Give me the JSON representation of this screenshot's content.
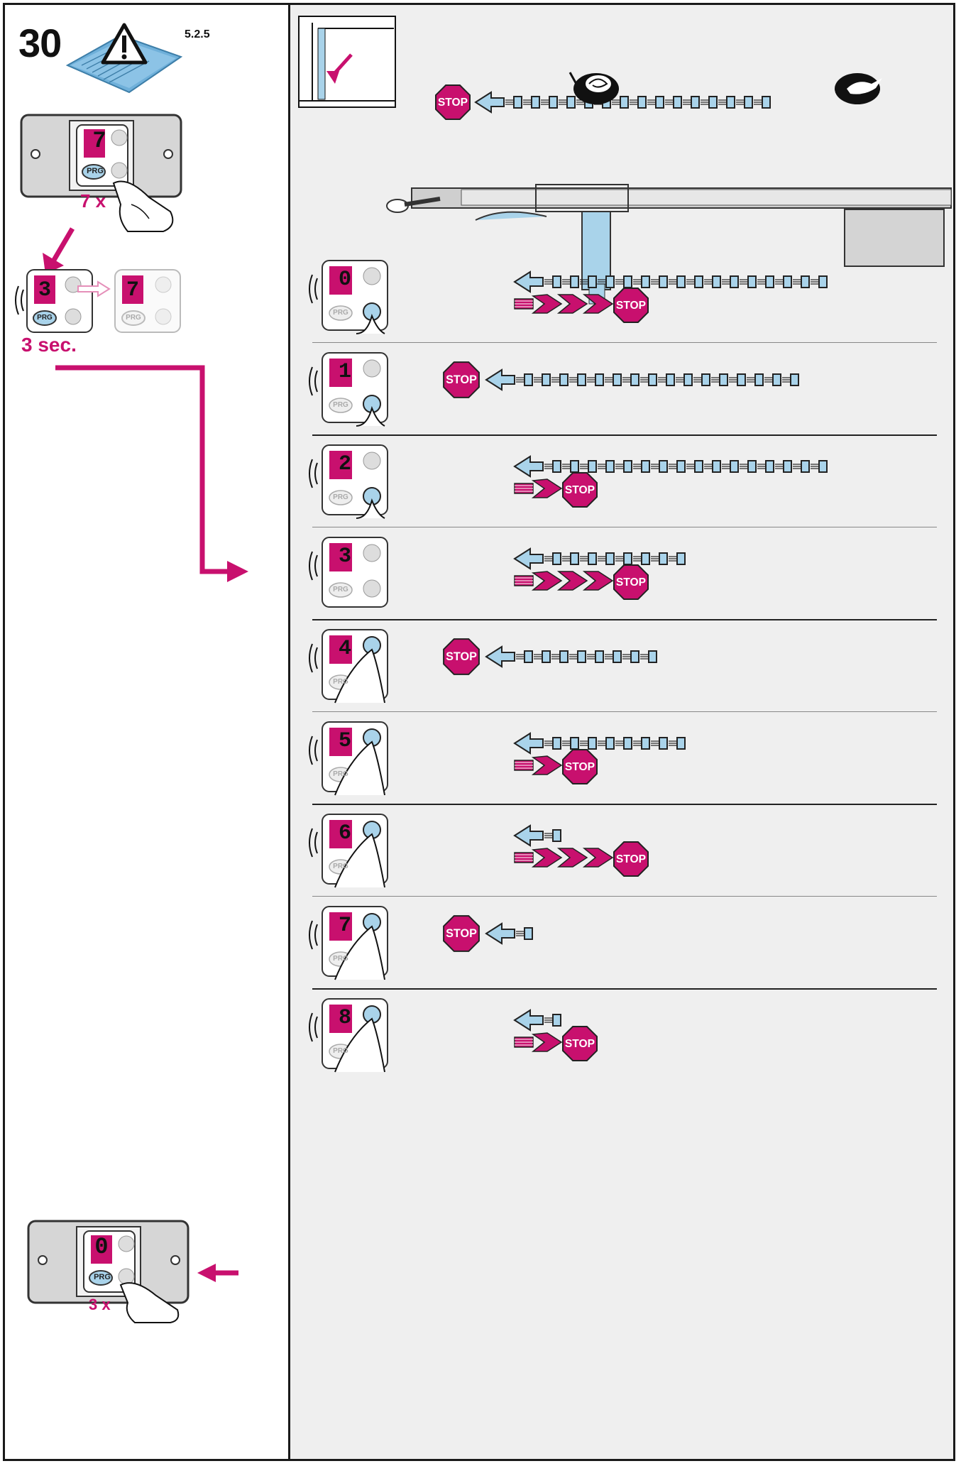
{
  "figure": {
    "number": "30",
    "ref": "5.2.5",
    "press_count_label": "7 x",
    "hold_label": "3 sec.",
    "exit_press_label": "3 x"
  },
  "buttons": {
    "prg": "PRG"
  },
  "stop_label": "STOP",
  "displays": {
    "top": "7",
    "enter_from": "3",
    "enter_to": "7",
    "exit": "0"
  },
  "levels": [
    {
      "digit": "0",
      "button": "down",
      "chain": 16,
      "pink_arrows": 3,
      "stop_position": "after-arrows"
    },
    {
      "digit": "1",
      "button": "down",
      "chain": 16,
      "pink_arrows": 0,
      "stop_position": "before-chain"
    },
    {
      "digit": "2",
      "button": "down",
      "chain": 16,
      "pink_arrows": 1,
      "stop_position": "after-arrows"
    },
    {
      "digit": "3",
      "button": "none",
      "chain": 8,
      "pink_arrows": 3,
      "stop_position": "after-arrows"
    },
    {
      "digit": "4",
      "button": "up",
      "chain": 8,
      "pink_arrows": 0,
      "stop_position": "before-chain"
    },
    {
      "digit": "5",
      "button": "up",
      "chain": 8,
      "pink_arrows": 1,
      "stop_position": "after-arrows"
    },
    {
      "digit": "6",
      "button": "up",
      "chain": 1,
      "pink_arrows": 3,
      "stop_position": "after-arrows"
    },
    {
      "digit": "7",
      "button": "up",
      "chain": 1,
      "pink_arrows": 0,
      "stop_position": "before-chain"
    },
    {
      "digit": "8",
      "button": "up",
      "chain": 1,
      "pink_arrows": 1,
      "stop_position": "after-arrows"
    }
  ],
  "icons": [
    "warning-manual-icon",
    "snail-icon",
    "rabbit-icon",
    "stop-sign-icon",
    "hand-press-icon",
    "door-corner-icon",
    "rail-mechanism"
  ],
  "colors": {
    "magenta": "#c8106e",
    "lightblue": "#a9d3ea",
    "panel": "#efefef",
    "gray": "#d8d8d8"
  }
}
